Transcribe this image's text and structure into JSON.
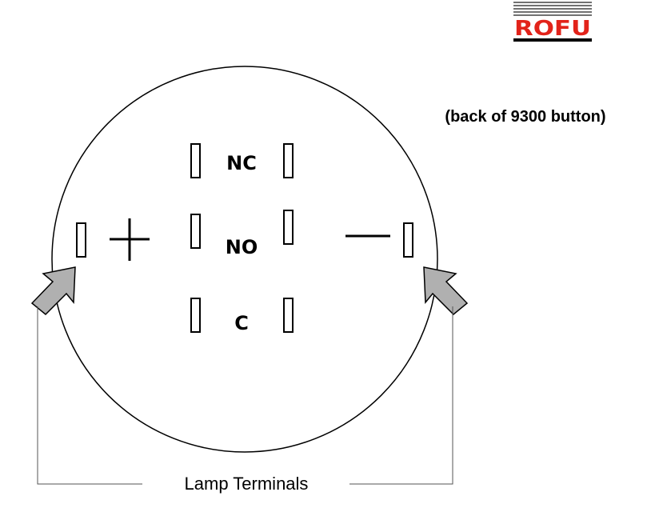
{
  "logo": {
    "text": "ROFU",
    "text_color": "#e2231a",
    "stripe_color": "#444444",
    "underline_color": "#000000"
  },
  "caption": "(back of 9300 button)",
  "terminals": {
    "nc": "NC",
    "no": "NO",
    "c": "C"
  },
  "polarity": {
    "positive": "+",
    "negative": "−"
  },
  "callout": {
    "label": "Lamp Terminals",
    "arrow_fill": "#b0b0b0"
  }
}
